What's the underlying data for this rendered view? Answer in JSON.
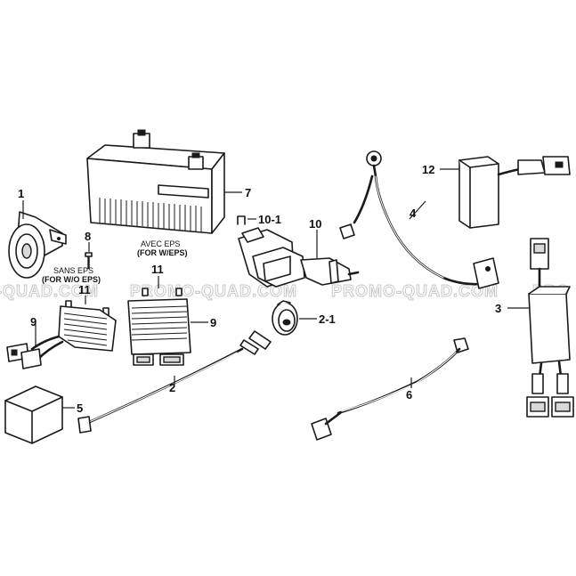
{
  "watermark": {
    "left": "-QUAD.COM",
    "center": "PROMO-QUAD.COM",
    "right": "PROMO-QUAD.COM",
    "edge": "PRO"
  },
  "callouts": {
    "c1": "1",
    "c2": "2",
    "c2_1": "2-1",
    "c3": "3",
    "c4": "4",
    "c5": "5",
    "c6": "6",
    "c7": "7",
    "c8": "8",
    "c9a": "9",
    "c9b": "9",
    "c10": "10",
    "c10_1": "10-1",
    "c11a": "11",
    "c11b": "11",
    "c12": "12"
  },
  "notes": {
    "avec_line1": "AVEC EPS",
    "avec_line2": "(FOR W/EPS)",
    "sans_line1": "SANS EPS",
    "sans_line2": "(FOR W/O EPS)"
  },
  "icons": [
    "horn",
    "screw",
    "battery",
    "clip",
    "fuse-holder",
    "ground-cable",
    "relay",
    "rectifier",
    "relay-box",
    "wire-harness",
    "connector",
    "battery-cable",
    "flasher"
  ]
}
